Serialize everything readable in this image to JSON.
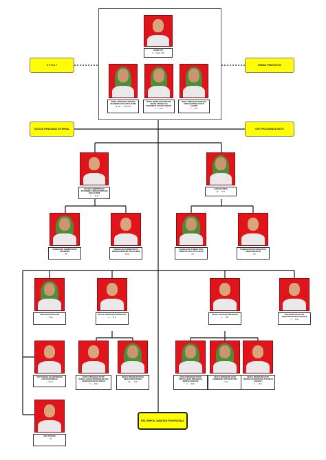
{
  "chart": {
    "side_boxes": {
      "senat": "S E N A T",
      "dewan_penyantun": "DEWAN PENYANTUN",
      "satuan_pengawas": "SATUAN PENGAWAS INTERNAL",
      "unit_penjaminan": "UNIT PENJAMINAN MUTU"
    },
    "nodes": [
      {
        "id": "direktur",
        "title": "DIREKTUR",
        "name": "Ir. ... Irawan, MP",
        "photo": "man"
      },
      {
        "id": "wadir1",
        "title": "WAKIL DIREKTUR I BIDANG AKADEMIK DAN KERJA SAMA",
        "name": "Hj. Siti ... , S.Pt, M.Si",
        "photo": "hijab"
      },
      {
        "id": "wadir2",
        "title": "WAKIL DIREKTUR II BIDANG UMUM, TEKNOLOGI INFORMASI DAN KEUANGAN",
        "name": "Ir. ... , M.Si",
        "photo": "hijab"
      },
      {
        "id": "wadir3",
        "title": "WAKIL DIREKTUR III BIDANG KEMAHASISWAAN DAN ALUMNI",
        "name": "Ir. ... , M.Si",
        "photo": "hijab"
      },
      {
        "id": "kabag_akademik",
        "title": "BAGIAN ADMINISTRASI AKADEMIK, KEMAHASISWAAN DAN ALUMNI",
        "name": "Ir. ... , M.Si",
        "photo": "man"
      },
      {
        "id": "kabag_umum",
        "title": "BAGIAN UMUM",
        "name": "Hj. ... , M.Si",
        "photo": "hijab"
      },
      {
        "id": "subbag_akademik",
        "title": "SUBBAGIAN ADMINISTRASI AKADEMIK",
        "name": "... , SP",
        "photo": "hijab"
      },
      {
        "id": "subbag_kemahasiswaan",
        "title": "SUBBAGIAN ADMINISTRASI KEMAHASISWAAN DAN ALUMNI",
        "name": "... , S.Sos",
        "photo": "man"
      },
      {
        "id": "subbag_sdm",
        "title": "SUBBAGIAN SUMBER DAYA MANUSIA DAN TATA USAHA",
        "name": "... , SP",
        "photo": "hijab"
      },
      {
        "id": "subbag_keuangan",
        "title": "SUBBAGIAN KEUANGAN DAN PERLENGKAPAN",
        "name": "... , SP",
        "photo": "man"
      },
      {
        "id": "upt_perpustakaan",
        "title": "UNIT PERPUSTAKAAN",
        "name": "... , M.Si",
        "photo": "hijab"
      },
      {
        "id": "ketua_jurusan_peternakan",
        "title": "KETUA JURUSAN PETERNAKAN",
        "name": "Ir. ... , M.P",
        "photo": "man"
      },
      {
        "id": "ketua_jurusan_pertanian",
        "title": "KETUA JURUSAN PERTANIAN",
        "name": "Ir. ... , MP",
        "photo": "man"
      },
      {
        "id": "unit_penelitian",
        "title": "UNIT PENELITIAN DAN PENGABDIAN MASYARAKAT",
        "name": "Ir. ... , M.Si",
        "photo": "man"
      },
      {
        "id": "unit_ti",
        "title": "UNIT TEKNOLOGI INFORMASI DAN KOMUNIKASI",
        "name": "... , S.Kom",
        "photo": "man"
      },
      {
        "id": "kps_penyuluhan_peternakan",
        "title": "KETUA PROGRAM STUDI PENYULUHAN PETERNAKAN DAN KESEJAHTERAAN HEWAN",
        "name": "Ir. ... , M.Si",
        "photo": "man"
      },
      {
        "id": "kps_kesehatan_hewan",
        "title": "KETUA PROGRAM STUDI KESEHATAN HEWAN",
        "name": "drh. ... , M.Si",
        "photo": "hijab"
      },
      {
        "id": "kps_penyuluhan_pertanian",
        "title": "KETUA PROGRAM STUDI PENYULUHAN PERTANIAN BERKELANJUTAN",
        "name": "Ir. ... , M.Si",
        "photo": "hijab"
      },
      {
        "id": "kps_agribisnis",
        "title": "KETUA PROGRAM STUDI AGRIBISNIS HORTIKULTURA",
        "name": "... , M.Si",
        "photo": "hijab"
      },
      {
        "id": "kps_teknologi_hortikultura",
        "title": "KETUA PROGRAM STUDI TEKNOLOGI PRODUKSI TANAMAN PANGAN",
        "name": "Ir. ... , M.Si",
        "photo": "man"
      },
      {
        "id": "unit_asrama",
        "title": "UNIT ASRAMA",
        "name": "... , SP",
        "photo": "man"
      }
    ],
    "kelompok": "KELOMPOK JABATAN FUNGSIONAL"
  }
}
